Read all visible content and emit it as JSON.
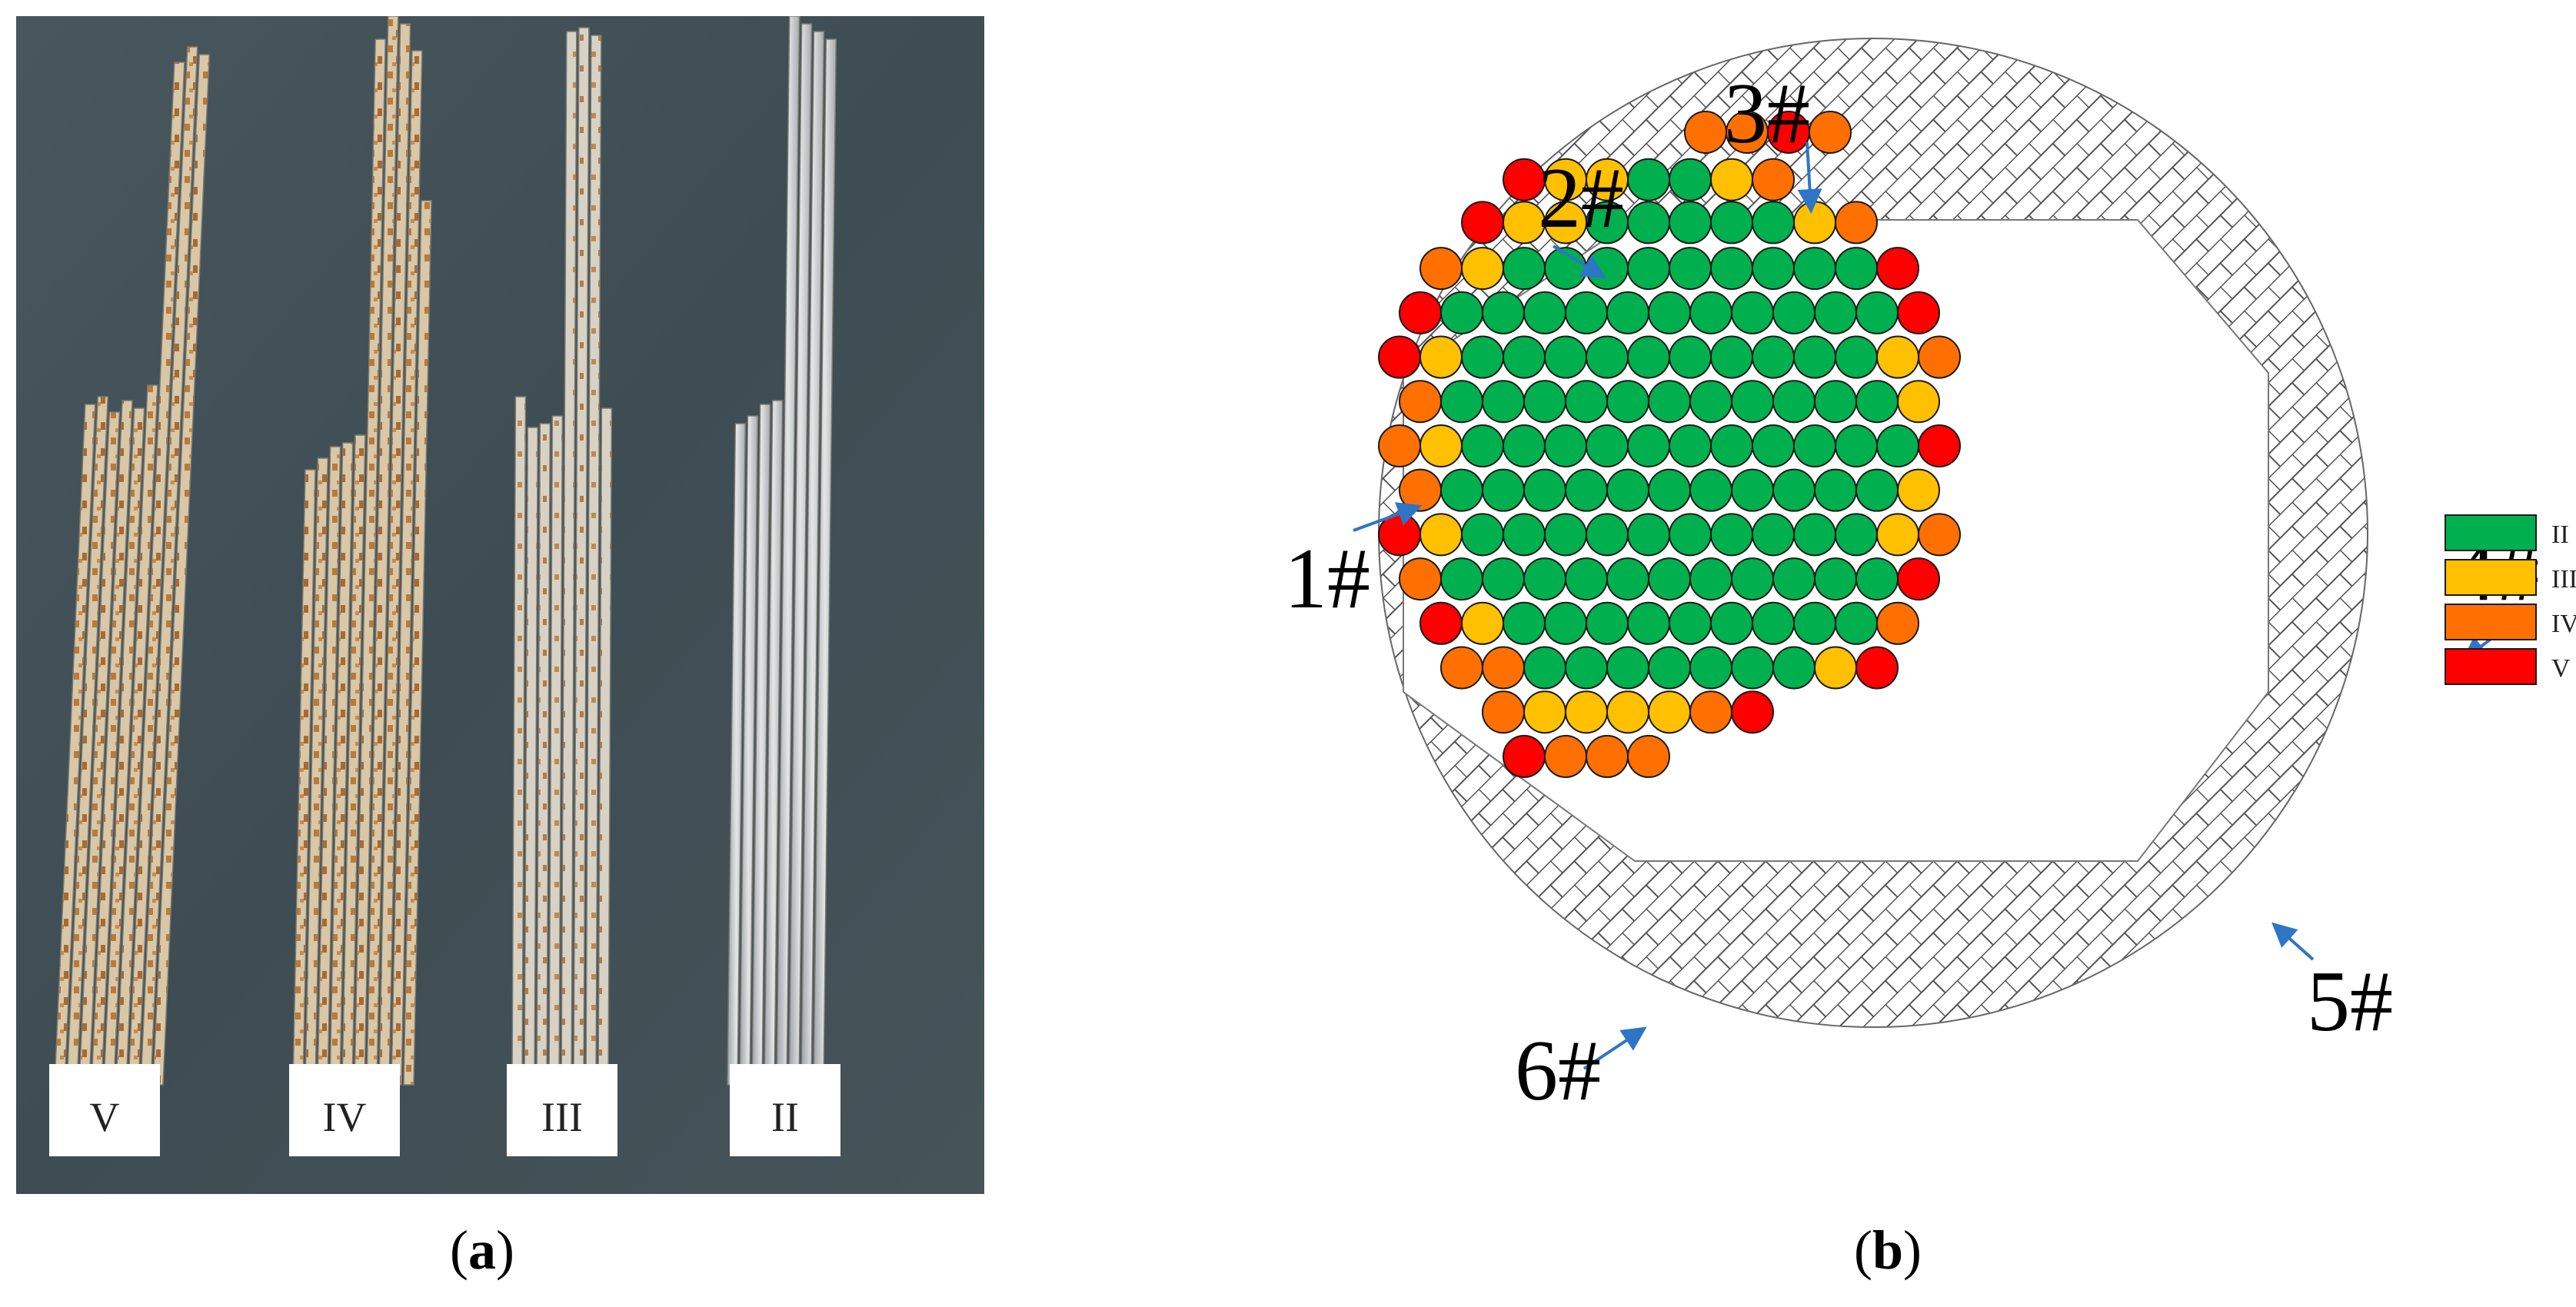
{
  "figure": {
    "panel_a": {
      "caption_open": "(",
      "caption_letter": "a",
      "caption_close": ")",
      "grade_cards": [
        "V",
        "IV",
        "III",
        "II"
      ]
    },
    "panel_b": {
      "caption_open": "(",
      "caption_letter": "b",
      "caption_close": ")",
      "markers": [
        "1#",
        "2#",
        "3#",
        "4#",
        "5#",
        "6#"
      ],
      "legend": [
        {
          "label": "II",
          "color": "#00b04f"
        },
        {
          "label": "III",
          "color": "#ffc000"
        },
        {
          "label": "IV",
          "color": "#ff7000"
        },
        {
          "label": "V",
          "color": "#ff0000"
        }
      ]
    }
  }
}
